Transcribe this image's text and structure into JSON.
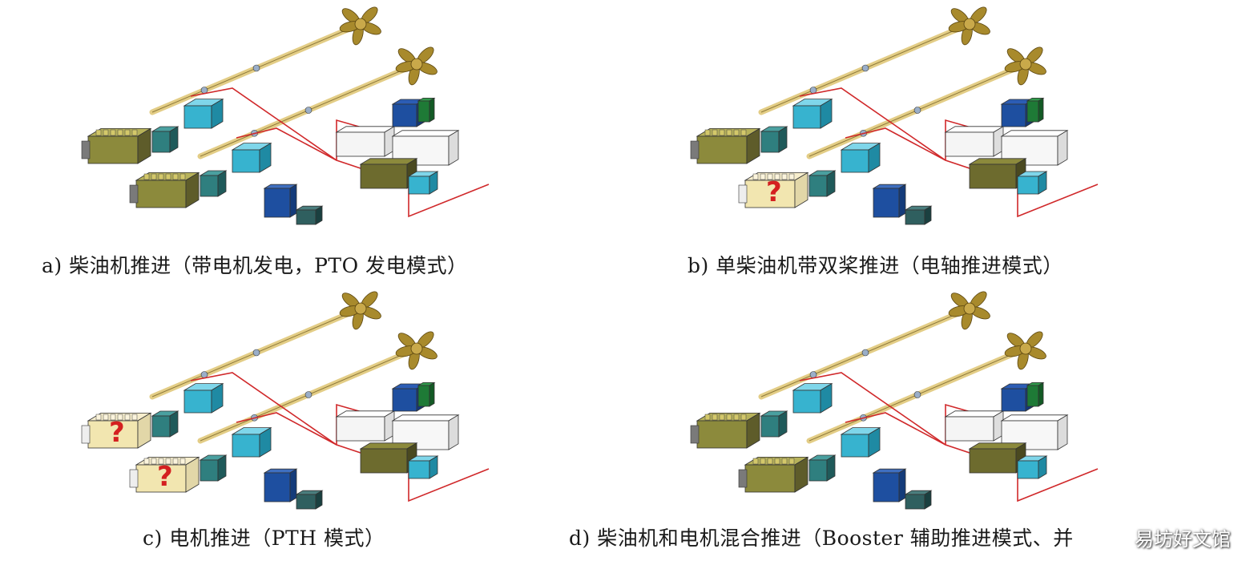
{
  "panels": [
    {
      "id": "a",
      "caption": "a) 柴油机推进（带电机发电，PTO 发电模式）",
      "engines_active": [
        true,
        true
      ]
    },
    {
      "id": "b",
      "caption": "b) 单柴油机带双桨推进（电轴推进模式）",
      "engines_active": [
        true,
        false
      ]
    },
    {
      "id": "c",
      "caption": "c) 电机推进（PTH 模式）",
      "engines_active": [
        false,
        false
      ]
    },
    {
      "id": "d",
      "caption": "d) 柴油机和电机混合推进（Booster 辅助推进模式、并",
      "engines_active": [
        true,
        true
      ]
    }
  ],
  "inactive_marker": "?",
  "watermark": "易坊好文馆",
  "colors": {
    "shaft": "#e3cd86",
    "propeller": "#a88a2c",
    "engine_active": "#8c8a3c",
    "engine_inactive": "#f2e6b0",
    "motor": "#37b3cf",
    "gearbox": "#2f7f7f",
    "power_line": "#d0282a",
    "switchboard": "#1e4fa0",
    "genset_outline": "#9a9a9a",
    "question": "#d42020"
  }
}
